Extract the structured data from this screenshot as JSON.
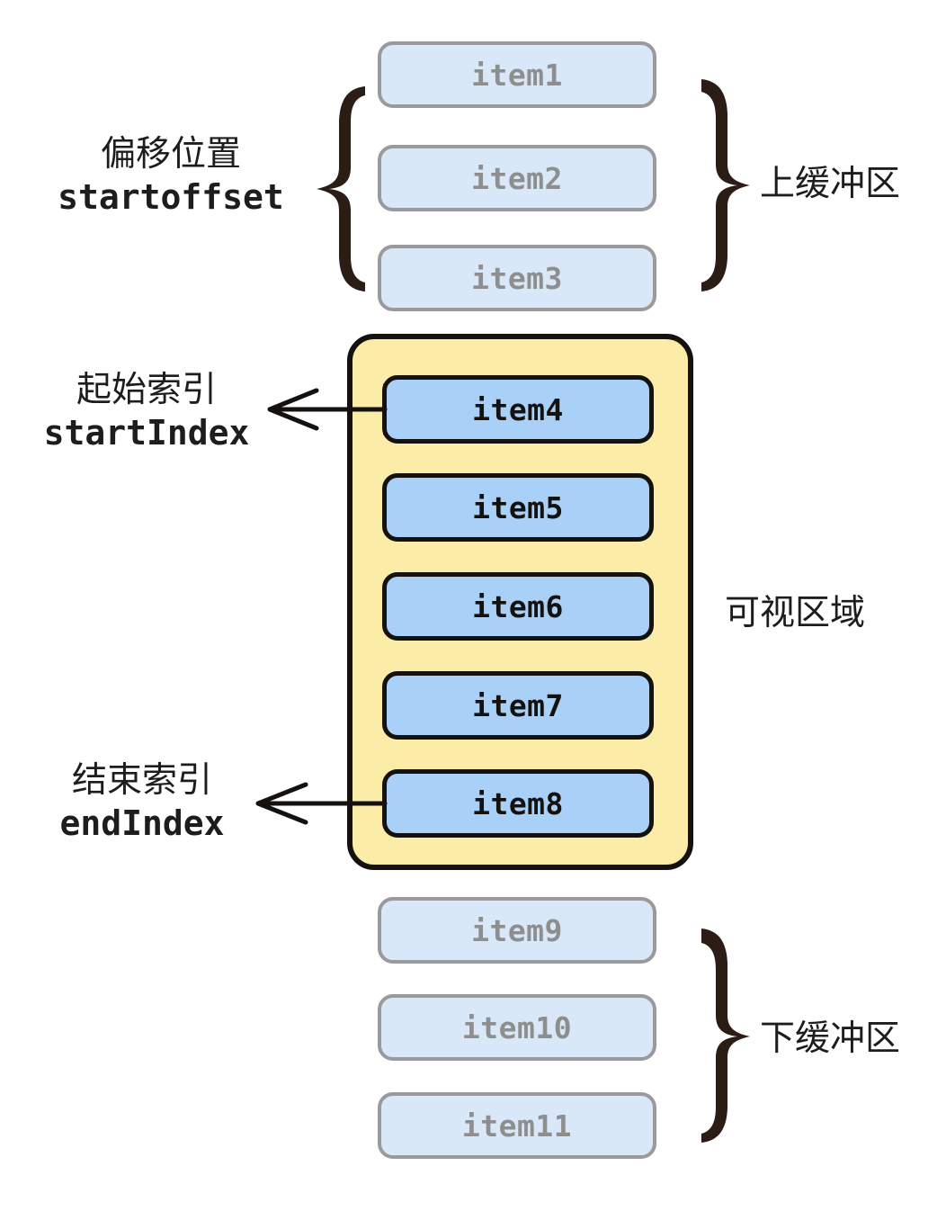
{
  "diagram": {
    "title_semantics": "virtual-list-rendering-window",
    "colors": {
      "buffer_item_fill": "#d9e8f8",
      "buffer_item_border": "#9a9a9a",
      "buffer_item_text": "#8e8e8e",
      "active_item_fill": "#a9d1f8",
      "active_item_border": "#14110f",
      "active_item_text": "#14110f",
      "viewport_fill": "#fbeda8",
      "viewport_border": "#14110f",
      "brace_color": "#2b1d15",
      "label_text": "#1d1d1d",
      "background": "#ffffff"
    }
  },
  "top_buffer": {
    "items": [
      {
        "label": "item1"
      },
      {
        "label": "item2"
      },
      {
        "label": "item3"
      }
    ],
    "brace_label": "上缓冲区",
    "offset_label_cn": "偏移位置",
    "offset_label_code": "startoffset"
  },
  "viewport": {
    "items": [
      {
        "label": "item4"
      },
      {
        "label": "item5"
      },
      {
        "label": "item6"
      },
      {
        "label": "item7"
      },
      {
        "label": "item8"
      }
    ],
    "region_label": "可视区域",
    "start_index_cn": "起始索引",
    "start_index_code": "startIndex",
    "end_index_cn": "结束索引",
    "end_index_code": "endIndex"
  },
  "bottom_buffer": {
    "items": [
      {
        "label": "item9"
      },
      {
        "label": "item10"
      },
      {
        "label": "item11"
      }
    ],
    "brace_label": "下缓冲区"
  }
}
